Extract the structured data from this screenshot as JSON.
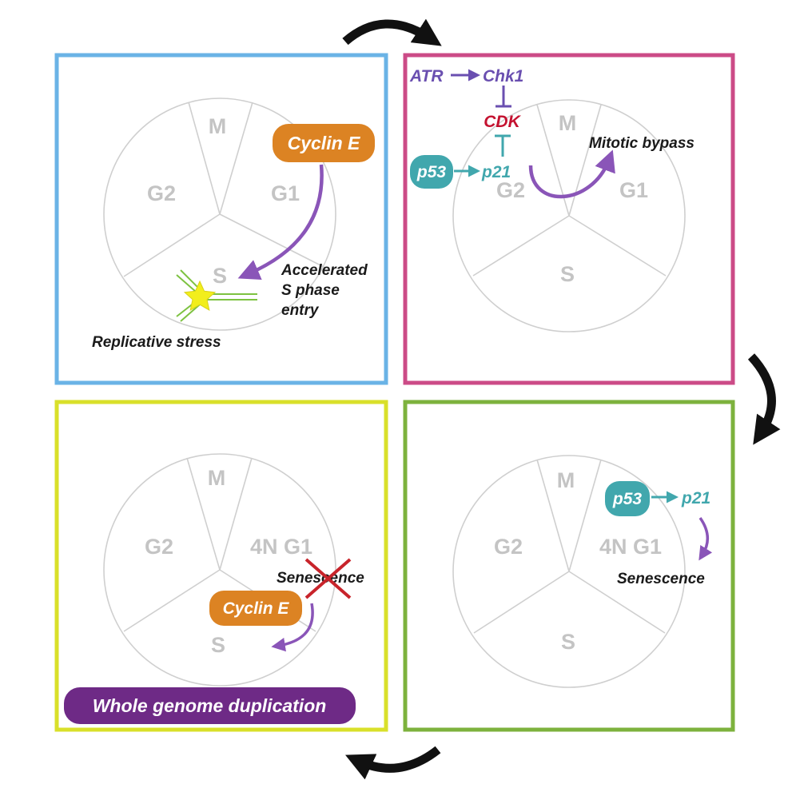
{
  "colors": {
    "panel1_border": "#6ab3e6",
    "panel2_border": "#cc4b87",
    "panel3_border": "#7db23d",
    "panel4_border": "#d9e02a",
    "cyclin_e": "#dc8323",
    "p53": "#41a7ad",
    "arrow_purple": "#8a55b8",
    "cdk_red": "#c41230",
    "wgd_purple": "#6e2a86",
    "phase_gray": "#c4c4c4",
    "stress_green": "#7dc241",
    "star_yellow": "#f2ee1c"
  },
  "icons": [
    "cycle-arrow-icon",
    "star-icon",
    "x-cross-icon"
  ],
  "panel1": {
    "phases": {
      "m": "M",
      "g1": "G1",
      "g2": "G2",
      "s": "S"
    },
    "cyclin_e": "Cyclin E",
    "accelerated": [
      "Accelerated",
      "S phase",
      "entry"
    ],
    "replicative_stress": "Replicative stress"
  },
  "panel2": {
    "phases": {
      "m": "M",
      "g1": "G1",
      "g2": "G2",
      "s": "S"
    },
    "atr": "ATR",
    "chk1": "Chk1",
    "cdk": "CDK",
    "p53": "p53",
    "p21": "p21",
    "mitotic_bypass": "Mitotic bypass"
  },
  "panel3": {
    "phases": {
      "m": "M",
      "g1": "4N G1",
      "g2": "G2",
      "s": "S"
    },
    "p53": "p53",
    "p21": "p21",
    "senescence": "Senescence"
  },
  "panel4": {
    "phases": {
      "m": "M",
      "g1": "4N G1",
      "g2": "G2",
      "s": "S"
    },
    "senescence": "Senescence",
    "cyclin_e": "Cyclin E",
    "whole_genome_duplication": "Whole genome duplication"
  }
}
